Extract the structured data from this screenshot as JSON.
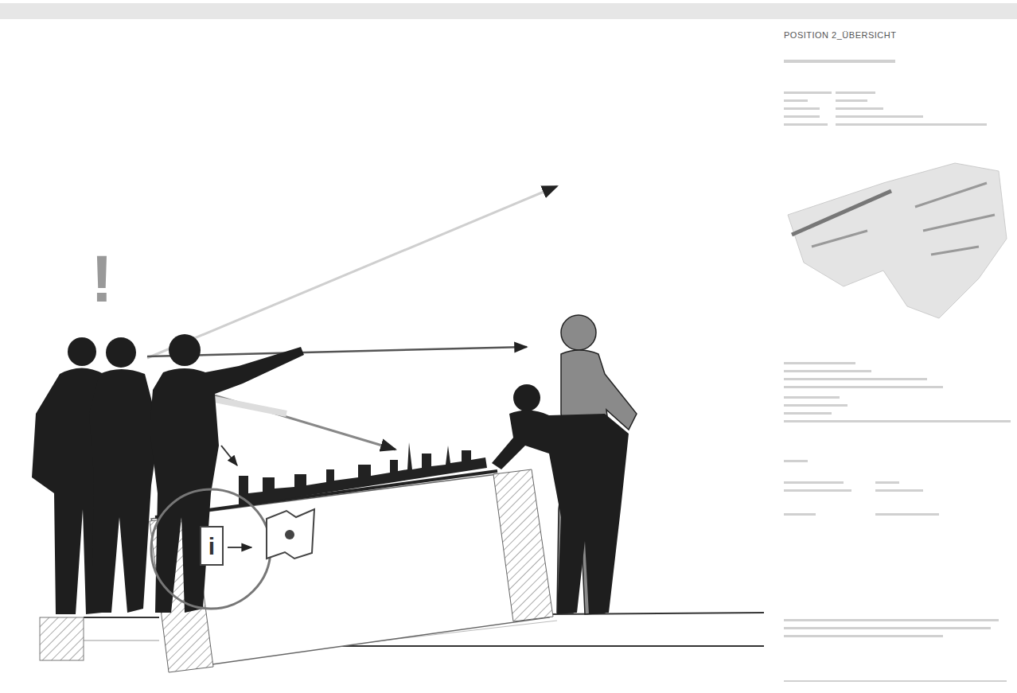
{
  "diagram": {
    "title": "POSITION 2_ÜBERSICHT",
    "labels": [
      "!",
      "i"
    ]
  }
}
